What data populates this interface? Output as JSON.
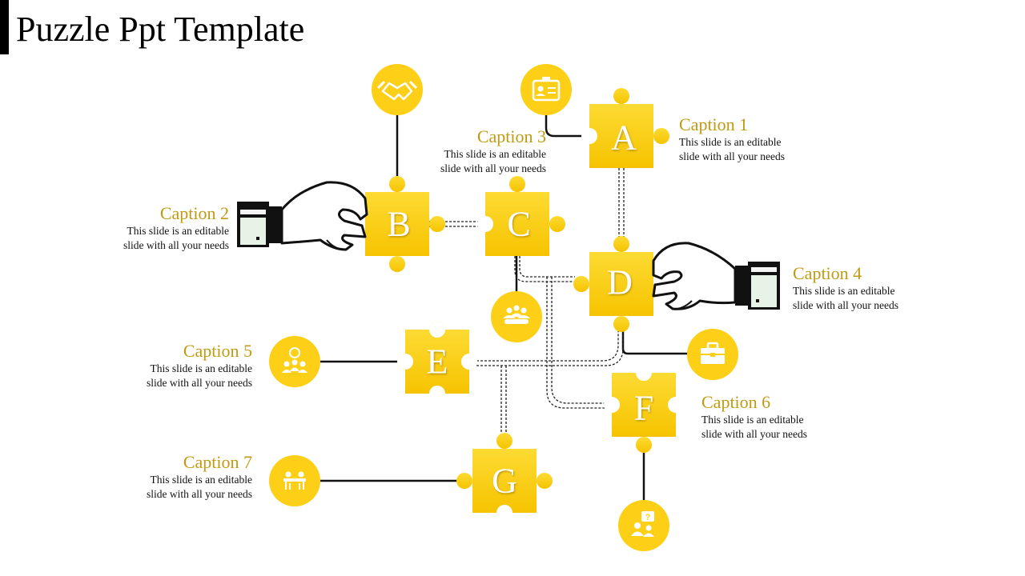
{
  "title": "Puzzle Ppt Template",
  "colors": {
    "accent": "#fdd017",
    "caption": "#c19a14"
  },
  "pieces": [
    {
      "letter": "A"
    },
    {
      "letter": "B"
    },
    {
      "letter": "C"
    },
    {
      "letter": "D"
    },
    {
      "letter": "E"
    },
    {
      "letter": "F"
    },
    {
      "letter": "G"
    }
  ],
  "captions": [
    {
      "title": "Caption 1",
      "line1": "This slide is an editable",
      "line2": "slide with all your needs"
    },
    {
      "title": "Caption 2",
      "line1": "This slide is an editable",
      "line2": "slide with all your needs"
    },
    {
      "title": "Caption 3",
      "line1": "This slide is an editable",
      "line2": "slide with all your needs"
    },
    {
      "title": "Caption 4",
      "line1": "This slide is an editable",
      "line2": "slide with all your needs"
    },
    {
      "title": "Caption 5",
      "line1": "This slide is an editable",
      "line2": "slide with all your needs"
    },
    {
      "title": "Caption 6",
      "line1": "This slide is an editable",
      "line2": "slide with all your needs"
    },
    {
      "title": "Caption 7",
      "line1": "This slide is an editable",
      "line2": "slide with all your needs"
    }
  ],
  "icons": [
    "handshake-icon",
    "id-card-icon",
    "meeting-icon",
    "briefcase-icon",
    "idea-team-icon",
    "question-person-icon",
    "team-table-icon"
  ]
}
